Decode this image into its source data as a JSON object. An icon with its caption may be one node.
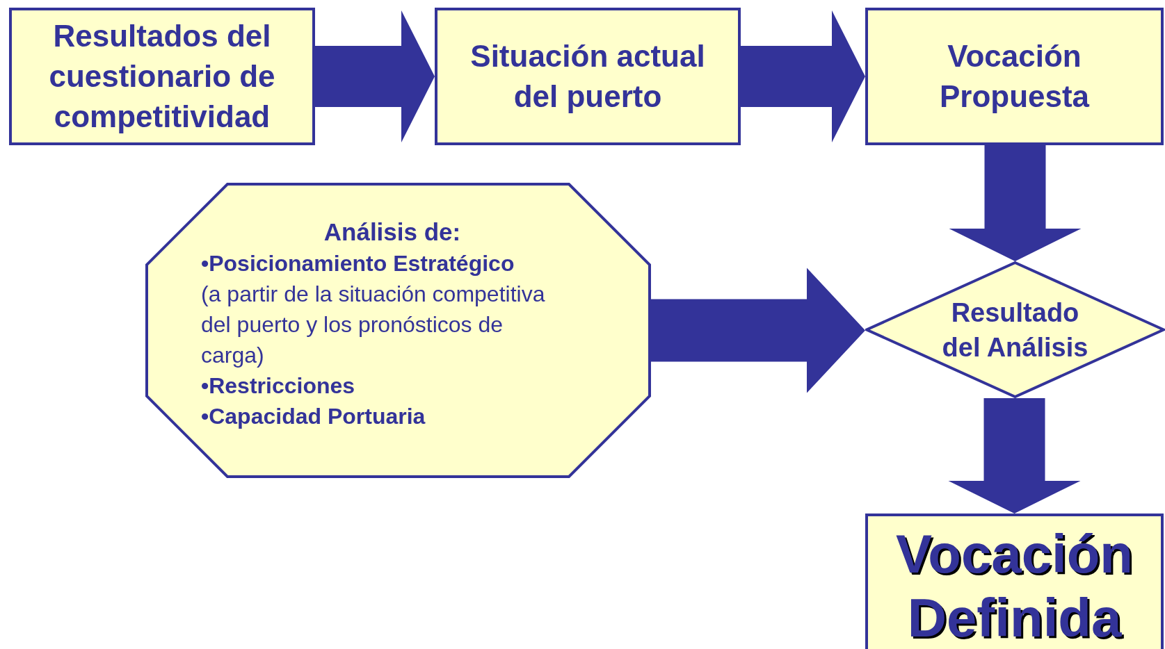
{
  "diagram": {
    "nodes": [
      {
        "text": [
          "Resultados del cuestionario de competitividad"
        ]
      },
      {
        "text": [
          "Situación actual del puerto"
        ]
      },
      {
        "text": [
          "Vocación Propuesta"
        ]
      },
      {
        "text": [
          "Análisis de:",
          "**•Posicionamiento Estratégico**",
          "(a partir de la situación competitiva del puerto y los pronósticos de carga)",
          "**•Restricciones**",
          "**•Capacidad Portuaria**"
        ]
      },
      {
        "text": [
          "Resultado del Análisis"
        ]
      },
      {
        "text": [
          "Vocación Definida"
        ]
      }
    ],
    "edges": [
      {
        "from": 0,
        "to": 1,
        "arrow": "to",
        "style": "thick"
      },
      {
        "from": 1,
        "to": 2,
        "arrow": "to",
        "style": "thick"
      },
      {
        "from": 2,
        "to": 4,
        "arrow": "to",
        "style": "thick"
      },
      {
        "from": 3,
        "to": 4,
        "arrow": "to",
        "style": "thick"
      },
      {
        "from": 4,
        "to": 5,
        "arrow": "to",
        "style": "thick"
      }
    ]
  }
}
